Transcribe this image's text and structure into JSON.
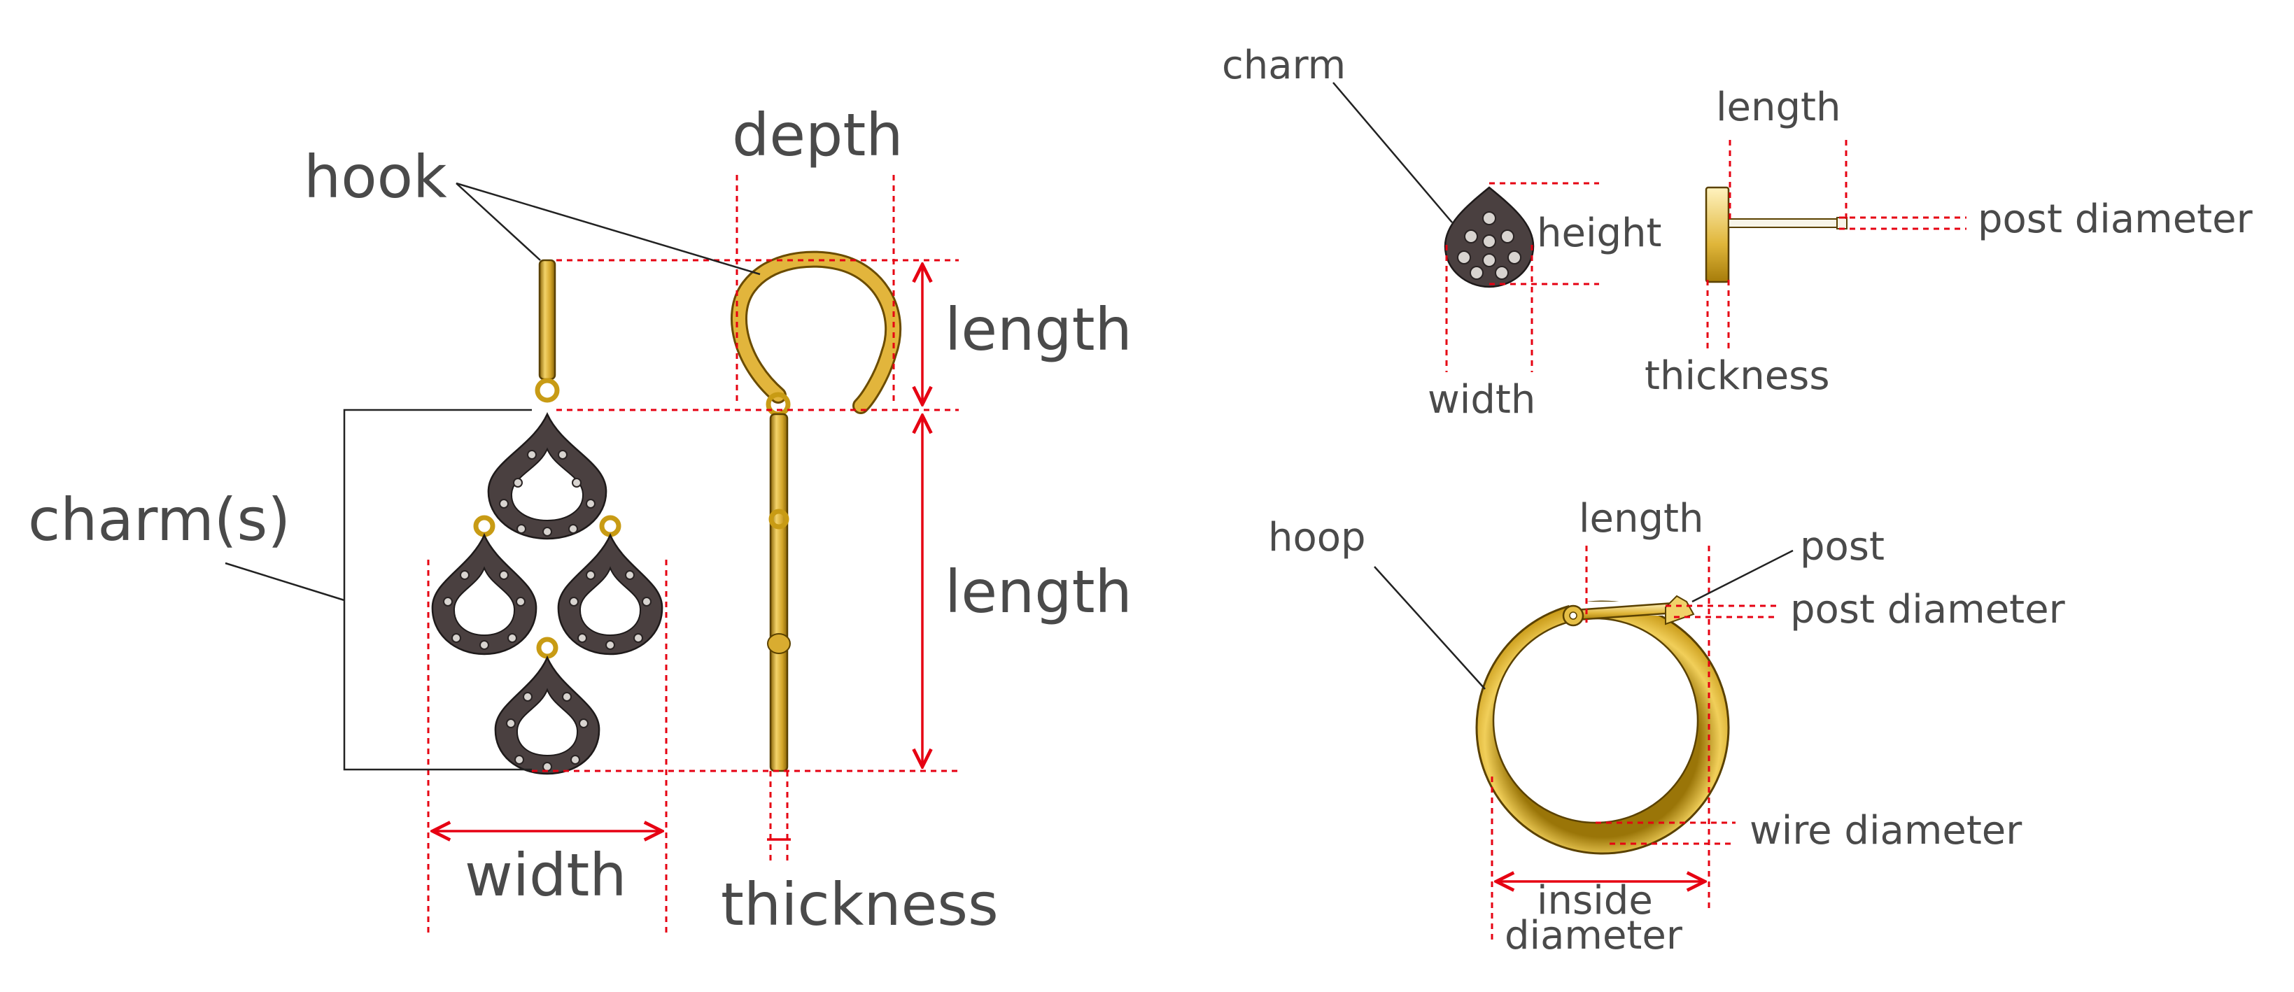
{
  "labels": {
    "hook": "hook",
    "depth": "depth",
    "length_top": "length",
    "length_bottom": "length",
    "charms": "charm(s)",
    "width": "width",
    "thickness": "thickness",
    "stud_charm": "charm",
    "stud_height": "height",
    "stud_width": "width",
    "stud_length": "length",
    "stud_thickness": "thickness",
    "stud_post_diameter": "post diameter",
    "hoop": "hoop",
    "hoop_length": "length",
    "hoop_post": "post",
    "hoop_post_diameter": "post diameter",
    "hoop_wire_diameter": "wire diameter",
    "hoop_inside_1": "inside",
    "hoop_inside_2": "diameter"
  },
  "colors": {
    "dimension_line": "#e60012",
    "gold_light": "#f3d36a",
    "gold_dark": "#b8860b",
    "charm_dark": "#4a4040",
    "text": "#4a4a4a"
  }
}
